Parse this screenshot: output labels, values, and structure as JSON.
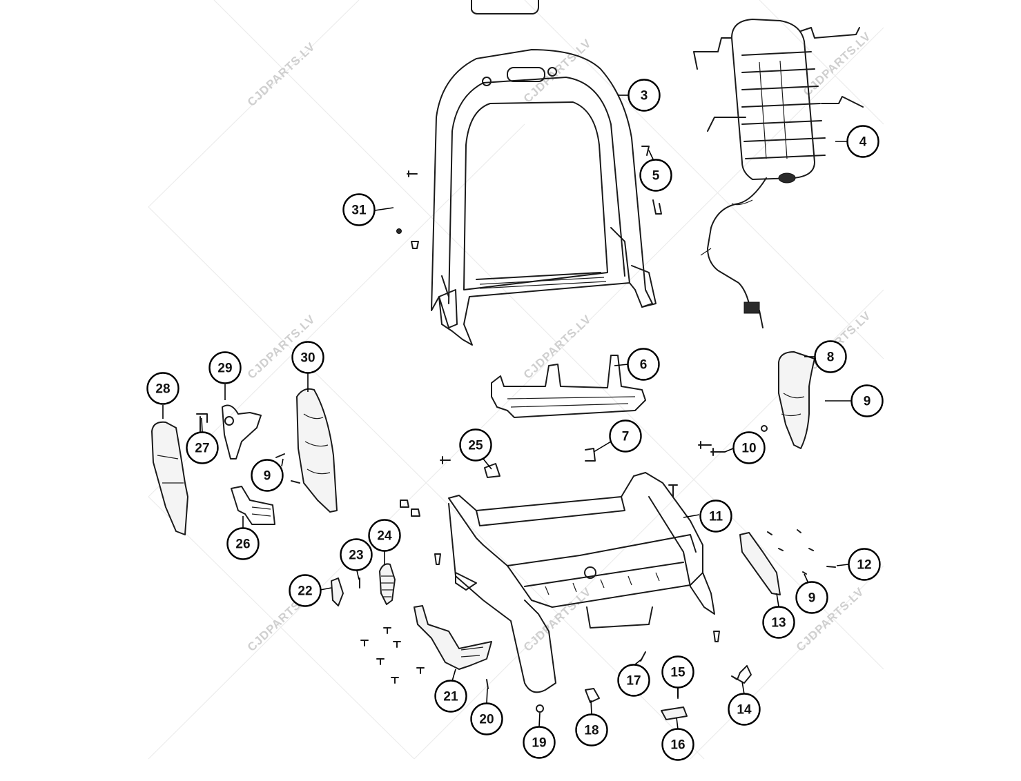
{
  "watermark": "CJDPARTS.LV",
  "callouts": [
    {
      "label": "3"
    },
    {
      "label": "4"
    },
    {
      "label": "5"
    },
    {
      "label": "31"
    },
    {
      "label": "6"
    },
    {
      "label": "8"
    },
    {
      "label": "9"
    },
    {
      "label": "7"
    },
    {
      "label": "10"
    },
    {
      "label": "25"
    },
    {
      "label": "28"
    },
    {
      "label": "29"
    },
    {
      "label": "30"
    },
    {
      "label": "27"
    },
    {
      "label": "9"
    },
    {
      "label": "26"
    },
    {
      "label": "11"
    },
    {
      "label": "24"
    },
    {
      "label": "23"
    },
    {
      "label": "22"
    },
    {
      "label": "12"
    },
    {
      "label": "9"
    },
    {
      "label": "13"
    },
    {
      "label": "21"
    },
    {
      "label": "20"
    },
    {
      "label": "19"
    },
    {
      "label": "18"
    },
    {
      "label": "17"
    },
    {
      "label": "15"
    },
    {
      "label": "16"
    },
    {
      "label": "14"
    }
  ]
}
